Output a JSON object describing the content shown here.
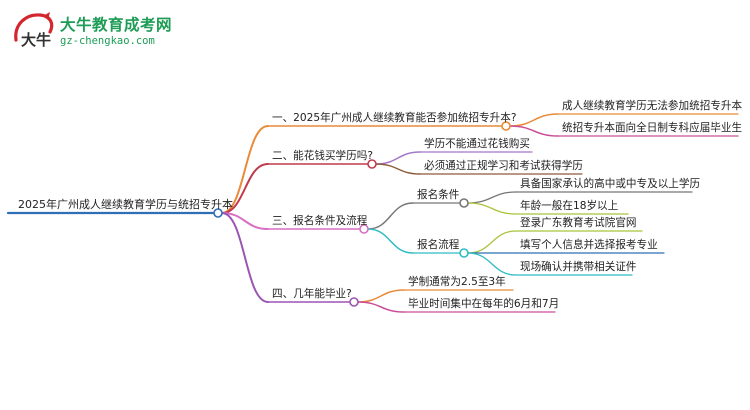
{
  "logo": {
    "mark": "大牛",
    "title": "大牛教育成考网",
    "url": "gz-chengkao.com"
  },
  "root": {
    "label": "2025年广州成人继续教育学历与统招专升本"
  },
  "branches": [
    {
      "label": "一、2025年广州成人继续教育能否参加统招专升本?",
      "color": "#e98a37",
      "children": [
        {
          "label": "成人继续教育学历无法参加统招专升本",
          "color": "#e98a37"
        },
        {
          "label": "统招专升本面向全日制专科应届毕业生",
          "color": "#c94e96"
        }
      ]
    },
    {
      "label": "二、能花钱买学历吗?",
      "color": "#c03a4c",
      "children": [
        {
          "label": "学历不能通过花钱购买",
          "color": "#a477c9"
        },
        {
          "label": "必须通过正规学习和考试获得学历",
          "color": "#8e5b3c"
        }
      ]
    },
    {
      "label": "三、报名条件及流程",
      "color": "#d86fc4",
      "children": [
        {
          "label": "报名条件",
          "color": "#767676",
          "children": [
            {
              "label": "具备国家承认的高中或中专及以上学历",
              "color": "#767676"
            },
            {
              "label": "年龄一般在18岁以上",
              "color": "#a9c43a"
            }
          ]
        },
        {
          "label": "报名流程",
          "color": "#2fbcc4",
          "children": [
            {
              "label": "登录广东教育考试院官网",
              "color": "#a9c43a"
            },
            {
              "label": "填写个人信息并选择报考专业",
              "color": "#2f6fb5"
            },
            {
              "label": "现场确认并携带相关证件",
              "color": "#2fbcc4"
            }
          ]
        }
      ]
    },
    {
      "label": "四、几年能毕业?",
      "color": "#9b55b3",
      "children": [
        {
          "label": "学制通常为2.5至3年",
          "color": "#e98a37"
        },
        {
          "label": "毕业时间集中在每年的6月和7月",
          "color": "#c94e96"
        }
      ]
    }
  ]
}
